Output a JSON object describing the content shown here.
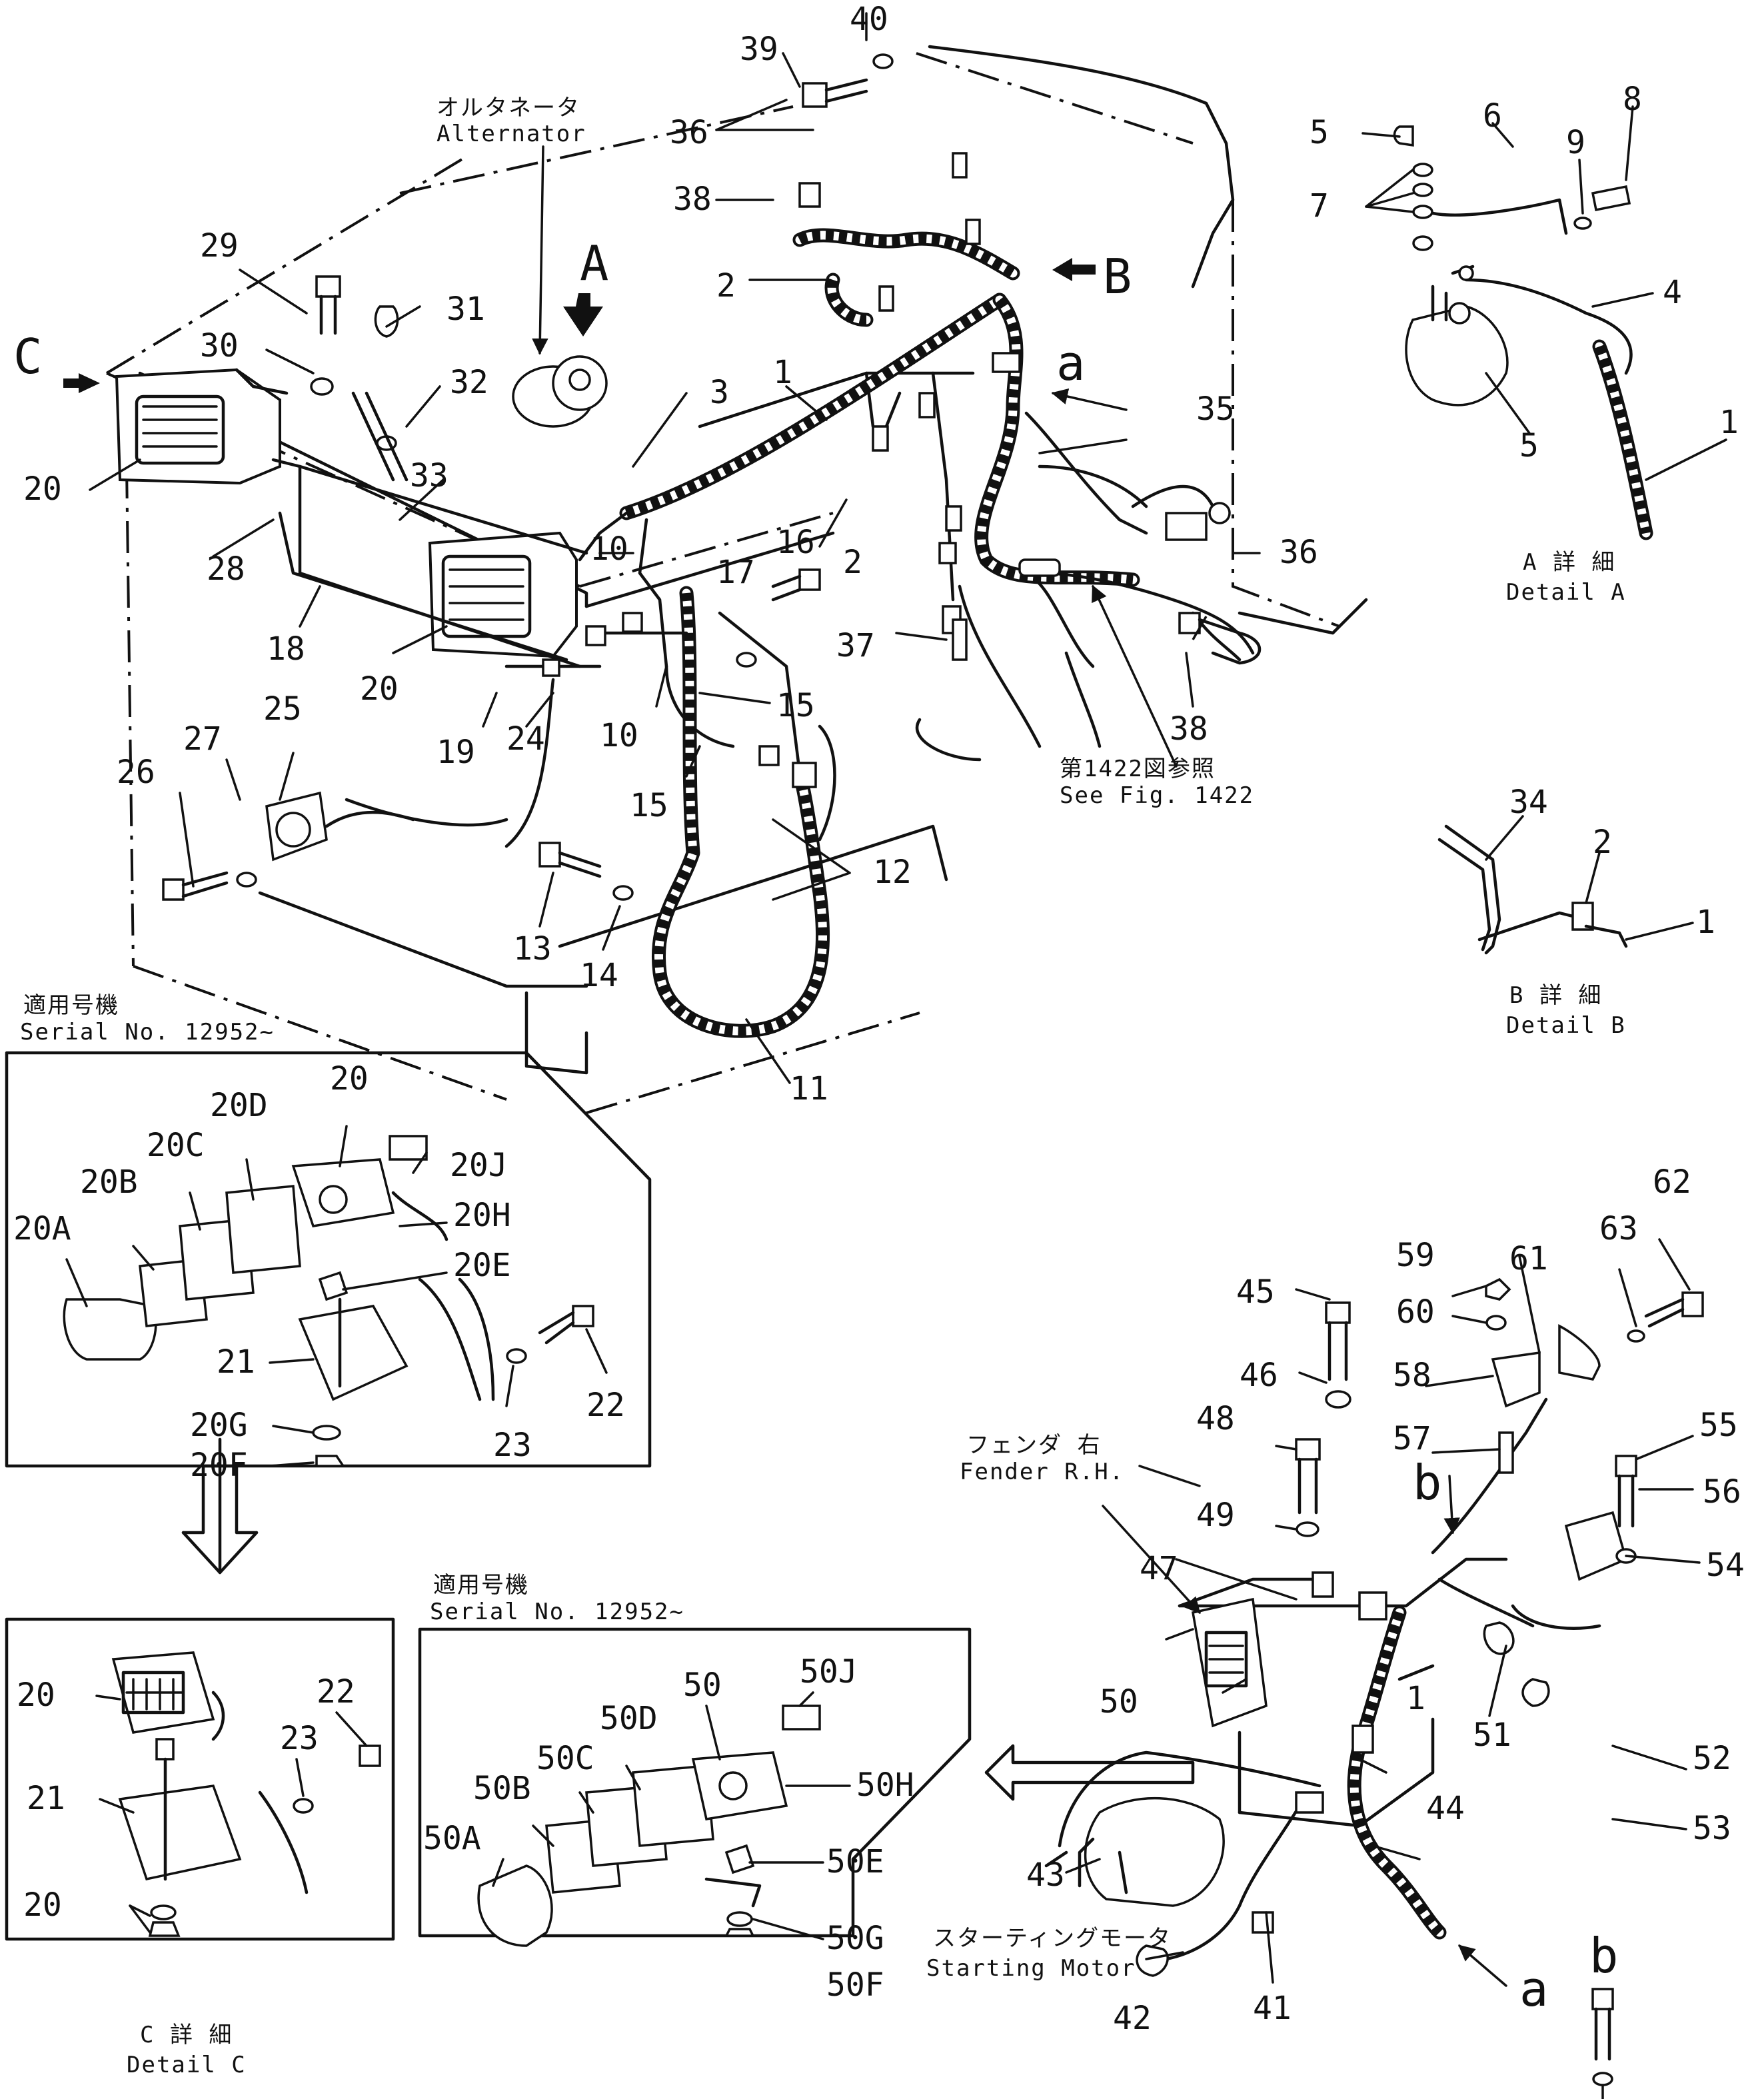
{
  "callouts": {
    "c_alternator_jp": "オルタネータ",
    "c_alternator_en": "Alternator",
    "c_see_fig_jp": "第1422図参照",
    "c_see_fig_en": "See Fig. 1422",
    "c_detail_a_jp": "A 詳 細",
    "c_detail_a_en": "Detail A",
    "c_detail_b_jp": "B 詳 細",
    "c_detail_b_en": "Detail B",
    "c_detail_c_jp": "C 詳 細",
    "c_detail_c_en": "Detail C",
    "c_serial1_jp": "適用号機",
    "c_serial1_en": "Serial No. 12952~",
    "c_serial2_jp": "適用号機",
    "c_serial2_en": "Serial No. 12952~",
    "c_fender_jp": "フェンダ 右",
    "c_fender_en": "Fender R.H.",
    "c_starting_jp": "スターティングモータ",
    "c_starting_en": "Starting Motor"
  },
  "view_arrows": {
    "arrow_a": "A",
    "arrow_b": "B",
    "arrow_c": "C",
    "link_a_top": "a",
    "link_a_bottom": "a",
    "link_b_mid": "b",
    "link_b_bottom": "b"
  },
  "part_numbers": {
    "p40": "40",
    "p39": "39",
    "p36a": "36",
    "p38a": "38",
    "p2a": "2",
    "p1a": "1",
    "p3": "3",
    "p29": "29",
    "p31": "31",
    "p30": "30",
    "p32": "32",
    "p33": "33",
    "p20a": "20",
    "p28": "28",
    "p10a": "10",
    "p18": "18",
    "p20b": "20",
    "p17": "17",
    "p16": "16",
    "p2b": "2",
    "p35": "35",
    "p36b": "36",
    "p37": "37",
    "p38b": "38",
    "p19": "19",
    "p24": "24",
    "p10b": "10",
    "p15a": "15",
    "p15b": "15",
    "p25": "25",
    "p27": "27",
    "p26": "26",
    "p13": "13",
    "p14": "14",
    "p12": "12",
    "p11": "11",
    "p5a": "5",
    "p6": "6",
    "p8": "8",
    "p9": "9",
    "p7": "7",
    "p4": "4",
    "p5b": "5",
    "p1b": "1",
    "p34": "34",
    "p2c": "2",
    "p1c": "1",
    "s20": "20",
    "s20D": "20D",
    "s20C": "20C",
    "s20B": "20B",
    "s20A": "20A",
    "s20J": "20J",
    "s20H": "20H",
    "s20E": "20E",
    "s21": "21",
    "s20G": "20G",
    "s20F": "20F",
    "s22": "22",
    "s23": "23",
    "d20a": "20",
    "d22": "22",
    "d23": "23",
    "d21": "21",
    "d20b": "20",
    "f50": "50",
    "f50J": "50J",
    "f50D": "50D",
    "f50C": "50C",
    "f50B": "50B",
    "f50H": "50H",
    "f50A": "50A",
    "f50E": "50E",
    "f50G": "50G",
    "f50F": "50F",
    "r62": "62",
    "r59": "59",
    "r63": "63",
    "r61": "61",
    "r45": "45",
    "r60": "60",
    "r46": "46",
    "r58": "58",
    "r48": "48",
    "r57": "57",
    "r55": "55",
    "r49": "49",
    "r56": "56",
    "r47": "47",
    "r54": "54",
    "r50": "50",
    "r1": "1",
    "r51": "51",
    "r52": "52",
    "r44": "44",
    "r53": "53",
    "r43": "43",
    "r42": "42",
    "r41": "41"
  }
}
